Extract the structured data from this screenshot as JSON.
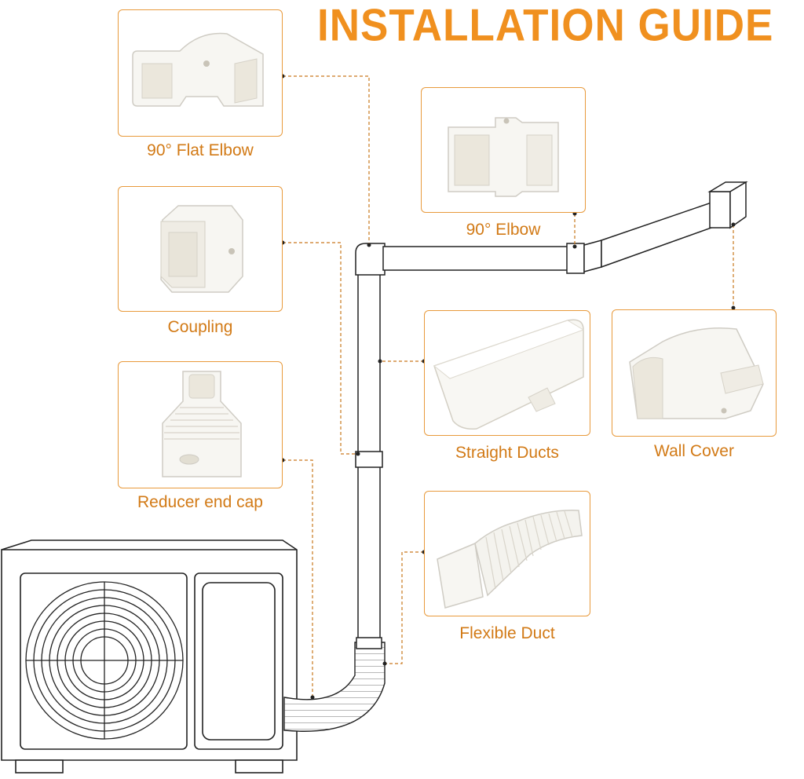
{
  "title": "INSTALLATION GUIDE",
  "colors": {
    "accent": "#f0901f",
    "label": "#d27a16",
    "card_border": "#e89a3c",
    "leader": "#c9781d",
    "line_art": "#222222"
  },
  "parts": {
    "flat_elbow": {
      "label": "90° Flat Elbow",
      "icon": "flat-elbow-icon"
    },
    "coupling": {
      "label": "Coupling",
      "icon": "coupling-icon"
    },
    "reducer_end_cap": {
      "label": "Reducer end cap",
      "icon": "reducer-icon"
    },
    "elbow": {
      "label": "90° Elbow",
      "icon": "elbow-icon"
    },
    "straight_ducts": {
      "label": "Straight Ducts",
      "icon": "straight-duct-icon"
    },
    "wall_cover": {
      "label": "Wall Cover",
      "icon": "wall-cover-icon"
    },
    "flexible_duct": {
      "label": "Flexible Duct",
      "icon": "flexible-duct-icon"
    }
  }
}
